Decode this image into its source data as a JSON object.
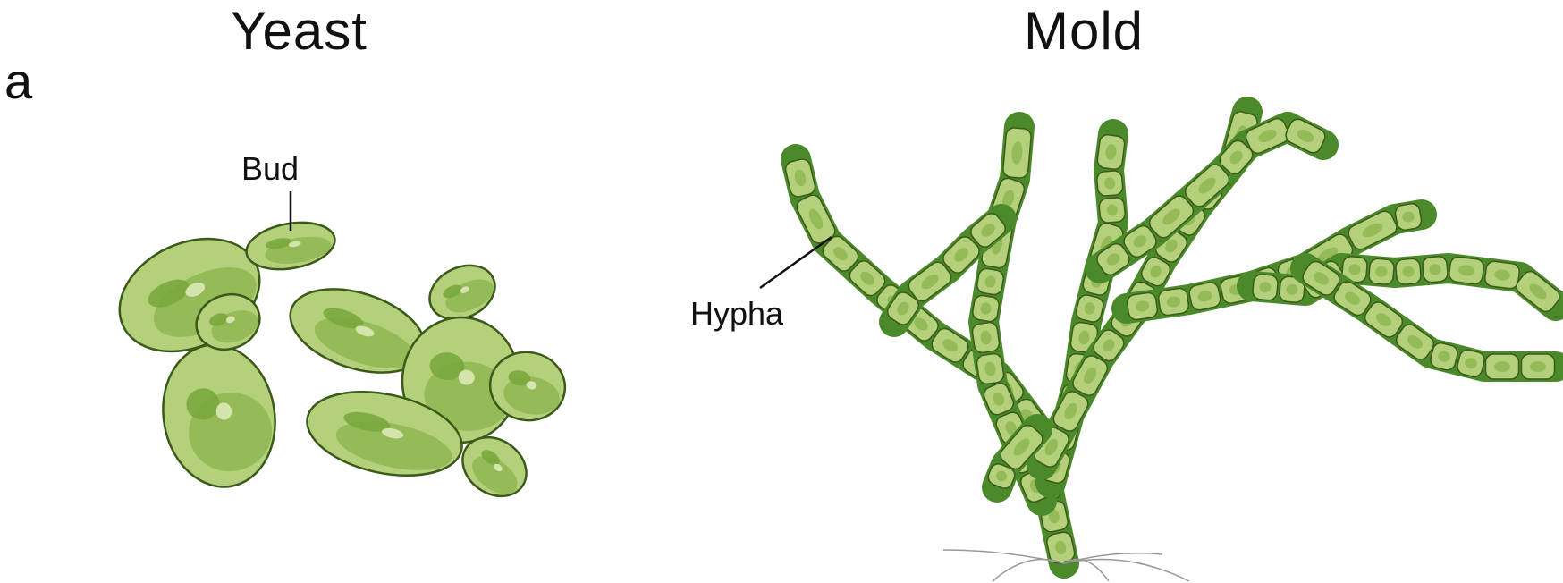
{
  "panel_letter": "a",
  "yeast": {
    "title": "Yeast",
    "bud_label": "Bud"
  },
  "mold": {
    "title": "Mold",
    "hypha_label": "Hypha"
  },
  "colors": {
    "cell_fill": "#b5d07a",
    "cell_dark": "#7aa83d",
    "outline": "#3a5a1a",
    "hypha_wall": "#4a8a2a"
  }
}
